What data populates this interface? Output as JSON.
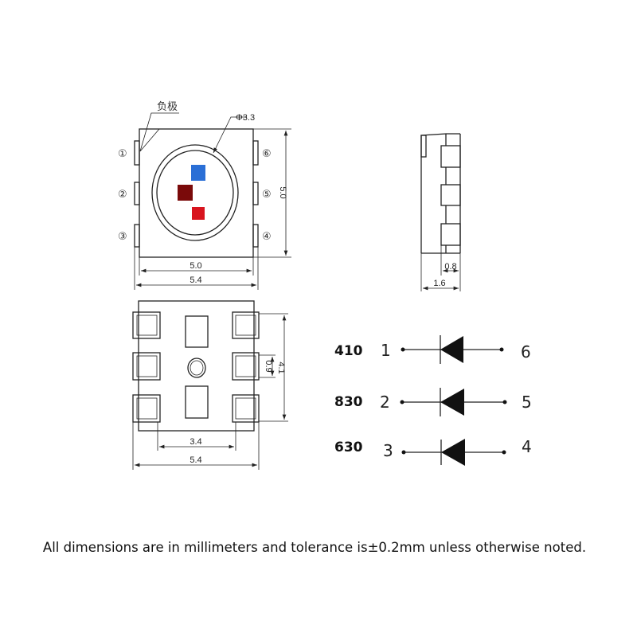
{
  "top_view": {
    "cathode_label": "负极",
    "lens_label": "Φ3.3",
    "pins_left": [
      "①",
      "②",
      "③"
    ],
    "pins_right": [
      "⑥",
      "⑤",
      "④"
    ],
    "dim_height": "5.0",
    "dim_body_width": "5.0",
    "dim_total_width": "5.4",
    "chip_colors": {
      "blue": "#2a6fd6",
      "dark_red": "#7a0a0a",
      "red": "#d8141e"
    }
  },
  "side_view": {
    "dim_pad": "0.8",
    "dim_thickness": "1.6"
  },
  "bottom_view": {
    "dim_pad_span": "4.1",
    "dim_pad_height": "0.9",
    "dim_inner": "3.4",
    "dim_total": "5.4"
  },
  "circuit": [
    {
      "wavelength": "410",
      "anode": "1",
      "cathode": "6"
    },
    {
      "wavelength": "830",
      "anode": "2",
      "cathode": "5"
    },
    {
      "wavelength": "630",
      "anode": "3",
      "cathode": "4"
    }
  ],
  "footer": "All dimensions are in millimeters and tolerance is±0.2mm unless otherwise noted."
}
